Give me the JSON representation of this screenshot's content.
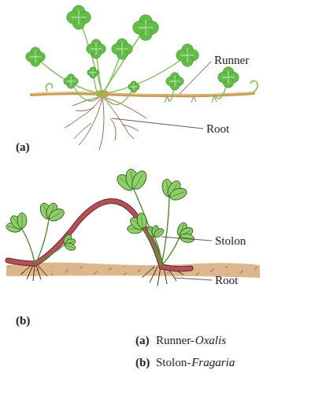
{
  "diagram": {
    "labels": [
      "Runner",
      "Root",
      "(a)",
      "Stolon",
      "Root",
      "(b)",
      "(a)",
      "Runner-",
      "Oxalis",
      "(b)",
      "Stolon-",
      "Fragaria"
    ]
  }
}
